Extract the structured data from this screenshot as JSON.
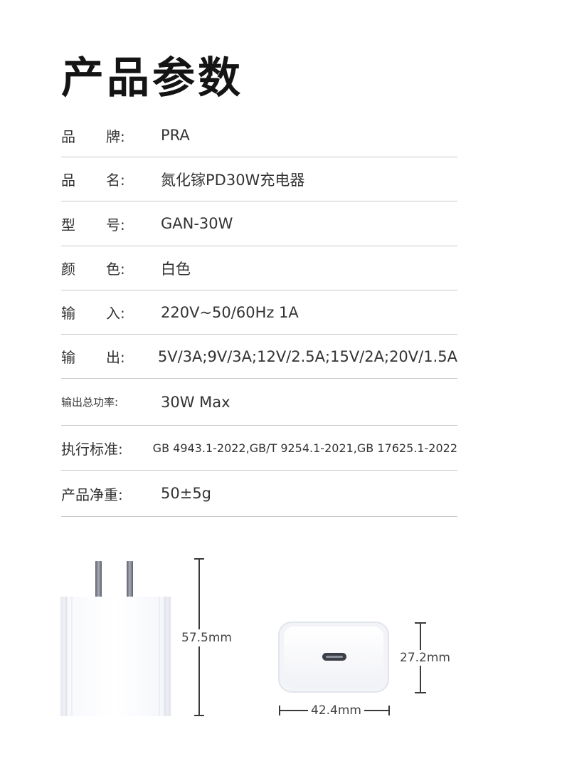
{
  "title": "产品参数",
  "specs": [
    {
      "label_a": "品",
      "label_b": "牌:",
      "value": "PRA"
    },
    {
      "label_a": "品",
      "label_b": "名:",
      "value": "氮化镓PD30W充电器"
    },
    {
      "label_a": "型",
      "label_b": "号:",
      "value": "GAN-30W"
    },
    {
      "label_a": "颜",
      "label_b": "色:",
      "value": "白色"
    },
    {
      "label_a": "输",
      "label_b": "入:",
      "value": "220V~50/60Hz 1A"
    },
    {
      "label_a": "输",
      "label_b": "出:",
      "value": "5V/3A;9V/3A;12V/2.5A;15V/2A;20V/1.5A"
    },
    {
      "label": "输出总功率:",
      "value": "30W Max"
    },
    {
      "label": "执行标准:",
      "value": "GB 4943.1-2022,GB/T 9254.1-2021,GB 17625.1-2022"
    },
    {
      "label": "产品净重:",
      "value": "50±5g"
    }
  ],
  "dimensions": {
    "height": "57.5mm",
    "depth": "27.2mm",
    "width": "42.4mm"
  }
}
